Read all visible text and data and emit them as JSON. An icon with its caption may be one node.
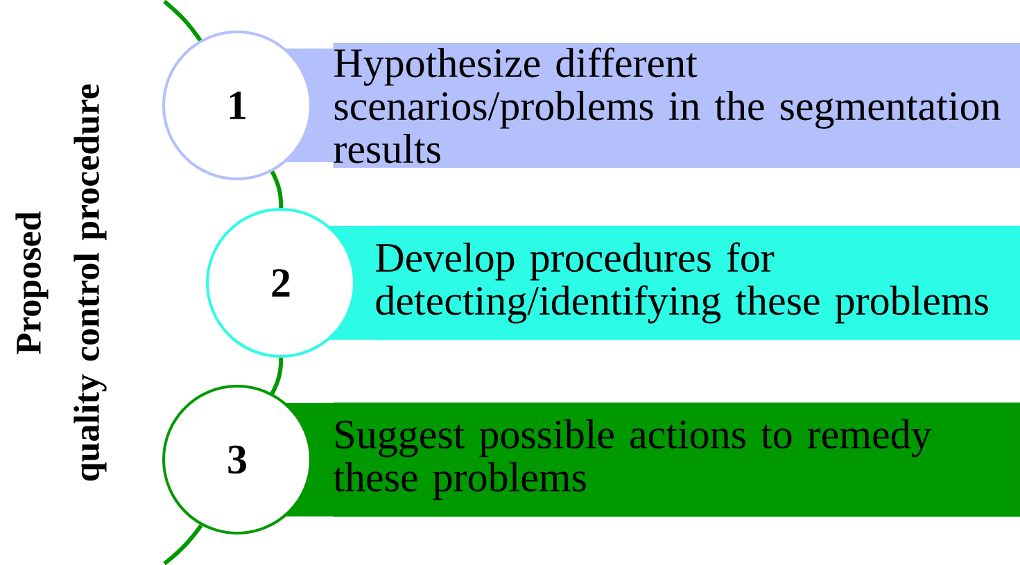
{
  "diagram": {
    "title": "Proposed quality control procedure",
    "nodes": [
      {
        "text": [
          "1"
        ]
      },
      {
        "text": [
          "Hypothesize different scenarios/problems in the segmentation results"
        ]
      },
      {
        "text": [
          "2"
        ]
      },
      {
        "text": [
          "Develop procedures for detecting/identifying these problems"
        ]
      },
      {
        "text": [
          "3"
        ]
      },
      {
        "text": [
          "Suggest possible actions to remedy these problems"
        ]
      }
    ],
    "edges": [
      {
        "from": 0,
        "to": 2,
        "arrow": "none"
      },
      {
        "from": 2,
        "to": 4,
        "arrow": "none"
      }
    ]
  }
}
